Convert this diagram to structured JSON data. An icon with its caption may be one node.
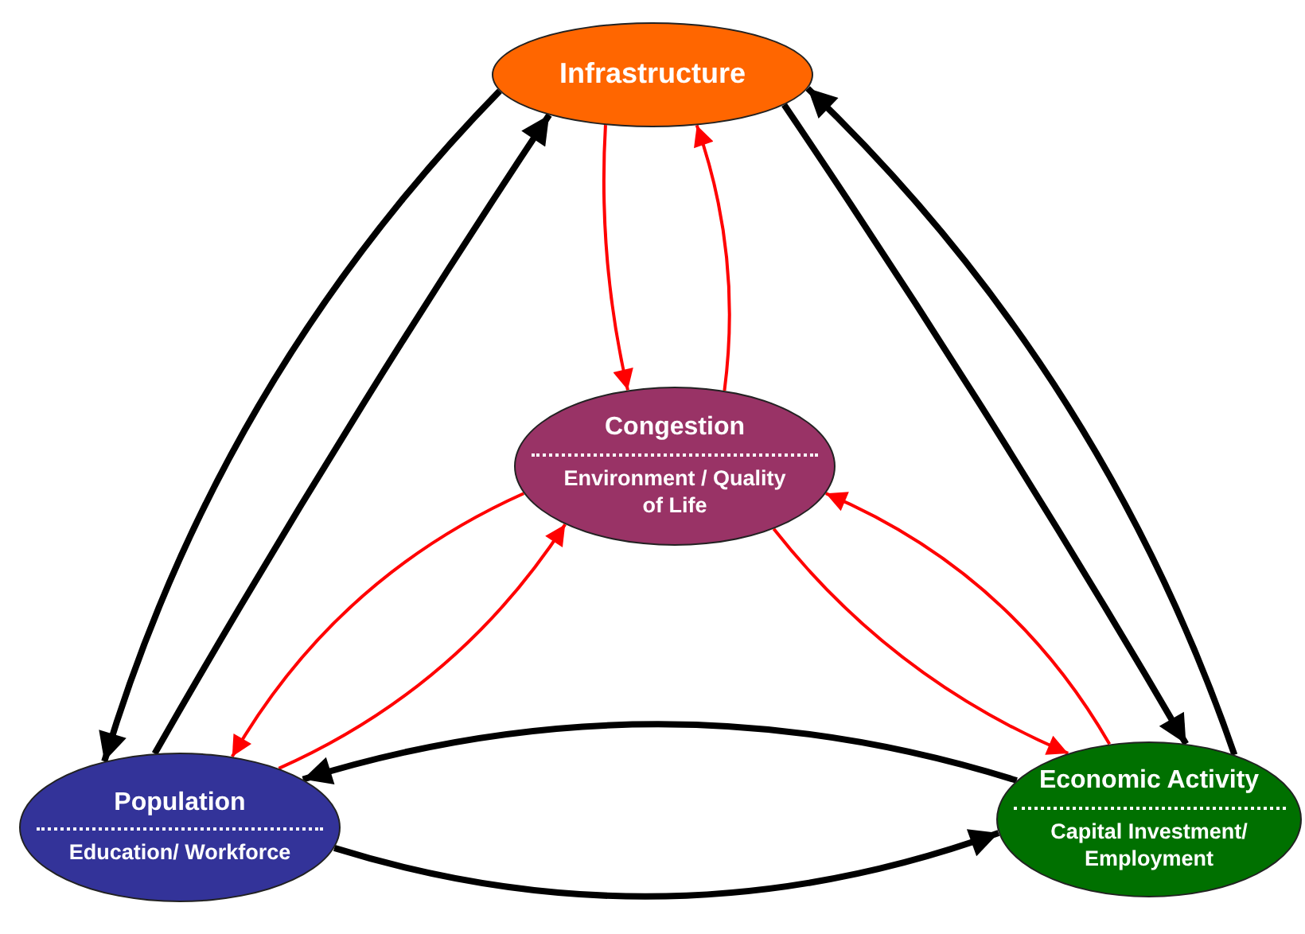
{
  "diagram": {
    "nodes": [
      {
        "text": [
          "Infrastructure"
        ]
      },
      {
        "text": [
          "Congestion",
          "Environment / Quality of Life"
        ]
      },
      {
        "text": [
          "Population",
          "Education/ Workforce"
        ]
      },
      {
        "text": [
          "Economic Activity",
          "Capital Investment/ Employment"
        ]
      }
    ],
    "edges": [
      {
        "from": 0,
        "to": 2,
        "arrow": "to",
        "style": "thick"
      },
      {
        "from": 2,
        "to": 0,
        "arrow": "to",
        "style": "thick"
      },
      {
        "from": 0,
        "to": 3,
        "arrow": "to",
        "style": "thick"
      },
      {
        "from": 3,
        "to": 0,
        "arrow": "to",
        "style": "thick"
      },
      {
        "from": 0,
        "to": 1,
        "arrow": "to",
        "color": "#ff0000"
      },
      {
        "from": 1,
        "to": 0,
        "arrow": "to",
        "color": "#ff0000"
      },
      {
        "from": 1,
        "to": 2,
        "arrow": "to",
        "color": "#ff0000"
      },
      {
        "from": 2,
        "to": 1,
        "arrow": "to",
        "color": "#ff0000"
      },
      {
        "from": 1,
        "to": 3,
        "arrow": "to",
        "color": "#ff0000"
      },
      {
        "from": 3,
        "to": 1,
        "arrow": "to",
        "color": "#ff0000"
      },
      {
        "from": 3,
        "to": 2,
        "arrow": "to",
        "style": "thick"
      },
      {
        "from": 2,
        "to": 3,
        "arrow": "to",
        "style": "thick"
      }
    ]
  }
}
